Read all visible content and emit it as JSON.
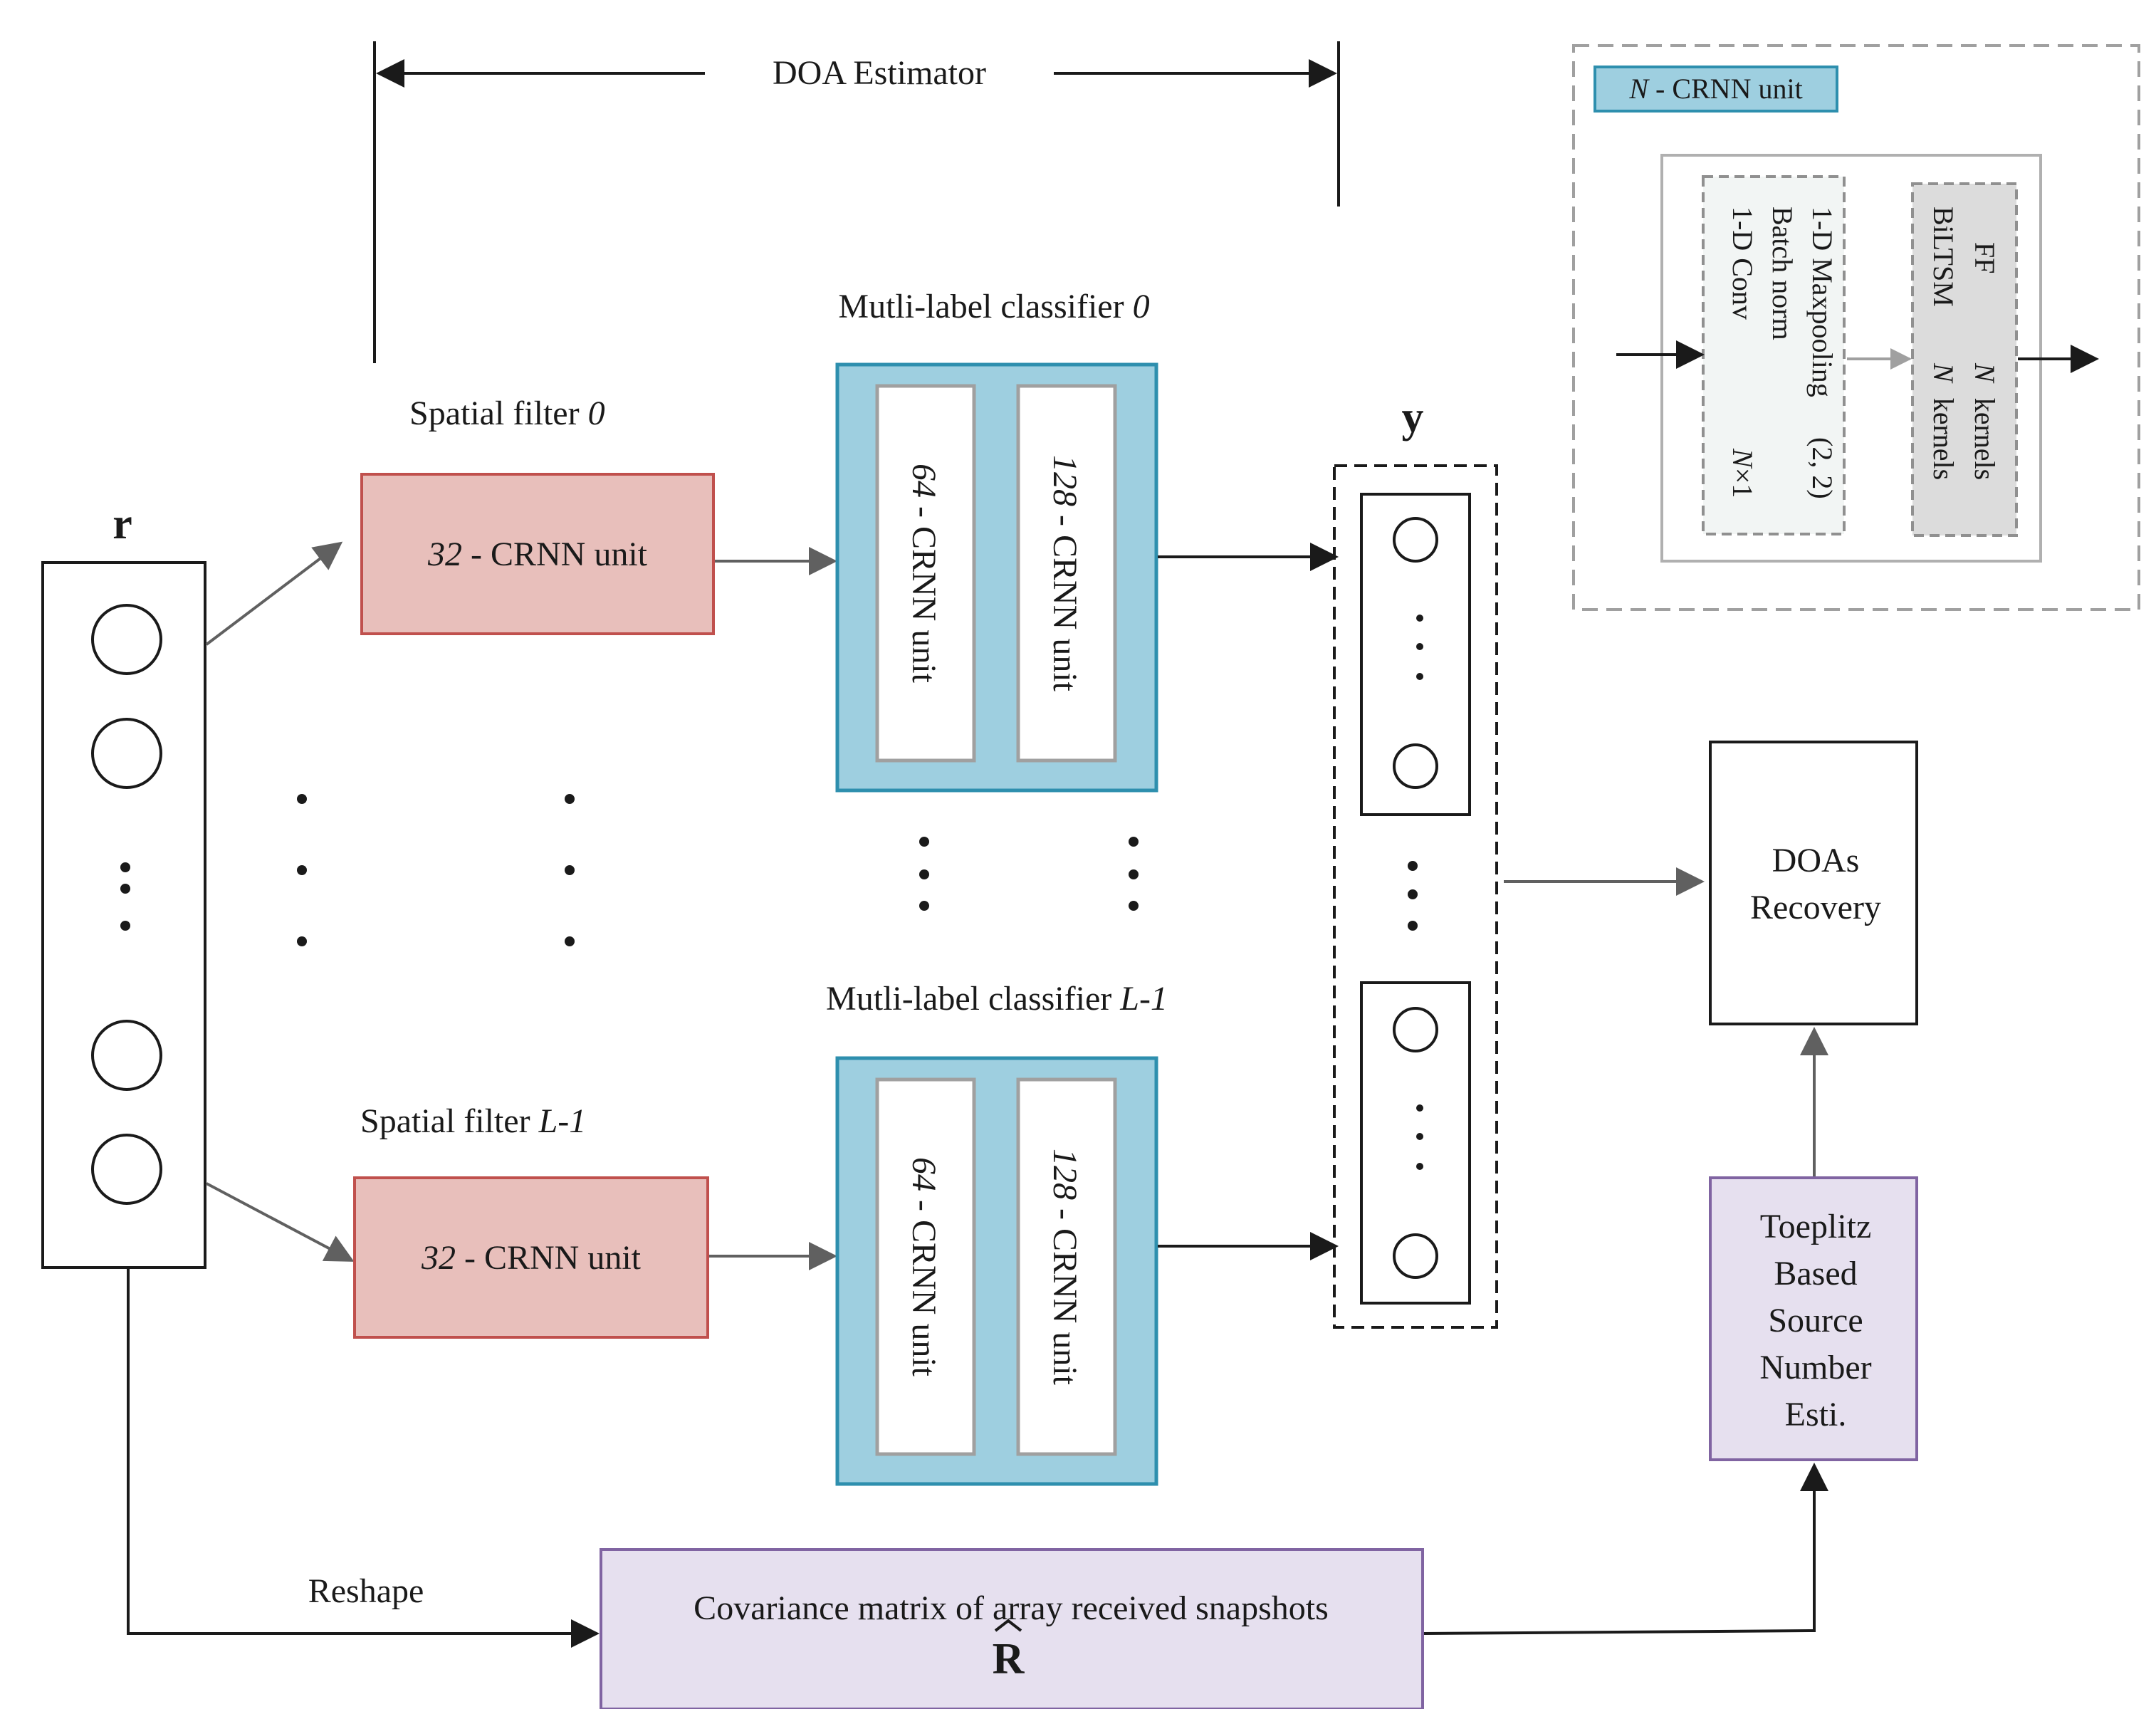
{
  "header": {
    "estimator_label": "DOA Estimator"
  },
  "input": {
    "label": "r"
  },
  "spatial_filters": [
    {
      "title_prefix": "Spatial filter ",
      "title_index": "0",
      "unit_size": "32",
      "unit_label": " - CRNN unit"
    },
    {
      "title_prefix": "Spatial filter ",
      "title_index": "L-1",
      "unit_size": "32",
      "unit_label": " - CRNN unit"
    }
  ],
  "classifiers": [
    {
      "title_prefix": "Mutli-label classifier ",
      "title_index": "0",
      "units": [
        {
          "size": "64",
          "label": " - CRNN unit"
        },
        {
          "size": "128",
          "label": " - CRNN unit"
        }
      ]
    },
    {
      "title_prefix": "Mutli-label classifier ",
      "title_index": "L-1",
      "units": [
        {
          "size": "64",
          "label": " - CRNN unit"
        },
        {
          "size": "128",
          "label": " - CRNN unit"
        }
      ]
    }
  ],
  "output": {
    "label": "y"
  },
  "recovery": {
    "line1": "DOAs",
    "line2": "Recovery"
  },
  "toeplitz": {
    "lines": [
      "Toeplitz",
      "Based",
      "Source",
      "Number",
      "Esti."
    ]
  },
  "covariance": {
    "text": "Covariance matrix of array received snapshots",
    "symbol": "R"
  },
  "reshape": {
    "label": "Reshape"
  },
  "legend": {
    "title_var": "N",
    "title_rest": " - CRNN unit",
    "conv_block": {
      "line1": "1-D Maxpooling",
      "line1_param": "(2, 2)",
      "line2": "Batch norm",
      "line3": "1-D Conv",
      "line3_param_var": "N",
      "line3_param_rest": "×1"
    },
    "rnn_block": {
      "line1": "FF",
      "line1_param_var": "N",
      "line1_param_rest": "kernels",
      "line2": "BiLTSM",
      "line2_param_var": "N",
      "line2_param_rest": "kernels"
    }
  },
  "colors": {
    "spatial_fill": "#e8bfbb",
    "spatial_stroke": "#c0504d",
    "classifier_fill": "#9ecfe0",
    "classifier_stroke": "#2e8fae",
    "purple_fill": "#e6e0ef",
    "purple_stroke": "#8064a2",
    "legend_title_fill": "#9ecfe0",
    "legend_title_stroke": "#2e8fae"
  }
}
